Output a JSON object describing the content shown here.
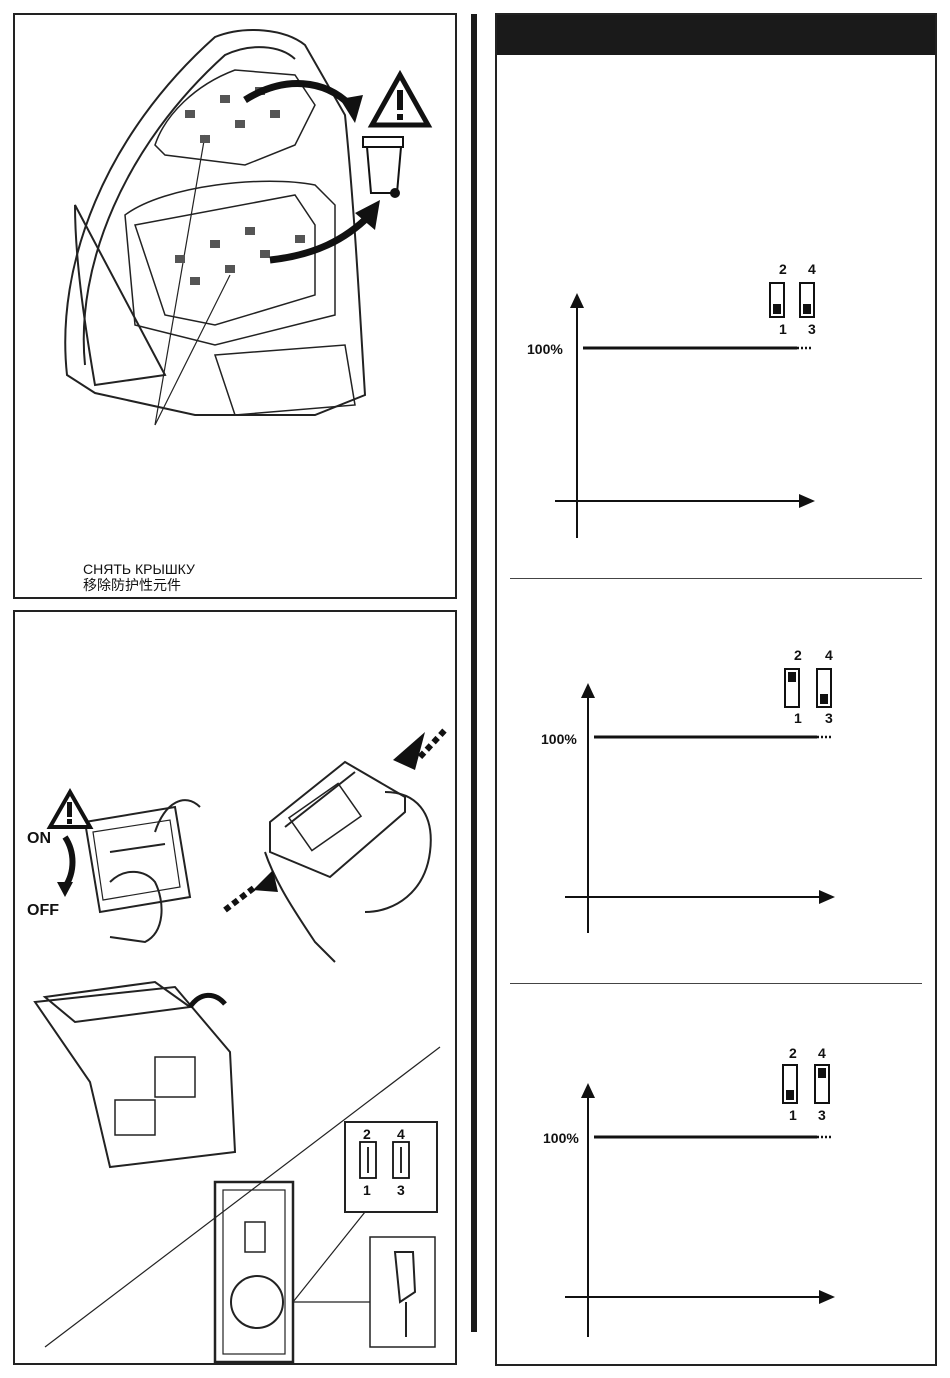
{
  "cover_panel": {
    "caption_ru": "СНЯТЬ КРЫШКУ",
    "caption_zh": "移除防护性元件"
  },
  "power_panel": {
    "on_label": "ON",
    "off_label": "OFF",
    "switch_numbers": {
      "top_left": "2",
      "top_right": "4",
      "bottom_left": "1",
      "bottom_right": "3"
    }
  },
  "settings_panel": {
    "header_text": "",
    "graphs": [
      {
        "level_label": "100%",
        "switch_labels": {
          "s2": "2",
          "s4": "4",
          "s1": "1",
          "s3": "3"
        },
        "switch_1_2": "down",
        "switch_3_4": "down"
      },
      {
        "level_label": "100%",
        "switch_labels": {
          "s2": "2",
          "s4": "4",
          "s1": "1",
          "s3": "3"
        },
        "switch_1_2": "up",
        "switch_3_4": "down"
      },
      {
        "level_label": "100%",
        "switch_labels": {
          "s2": "2",
          "s4": "4",
          "s1": "1",
          "s3": "3"
        },
        "switch_1_2": "down",
        "switch_3_4": "up"
      }
    ]
  }
}
